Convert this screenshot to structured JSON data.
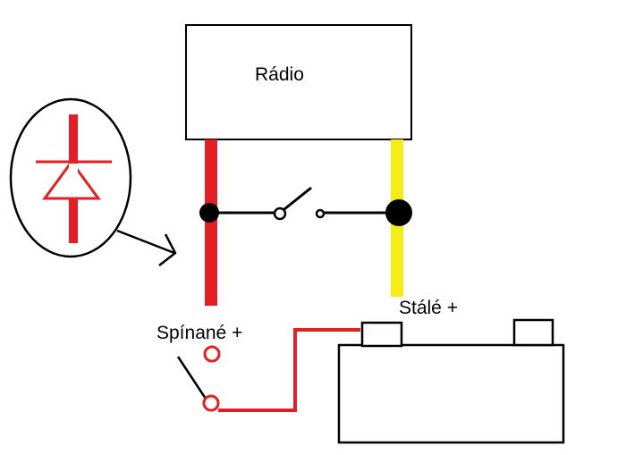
{
  "labels": {
    "radio": "Rádio",
    "constant_plus": "Stálé +",
    "switched_plus": "Spínané +"
  },
  "icons": {
    "diode_callout": "diode-icon",
    "arrow": "arrow-icon"
  },
  "colors": {
    "switched_wire": "#e31e24",
    "constant_wire": "#f5ec15",
    "line": "#000000",
    "background": "#ffffff"
  }
}
